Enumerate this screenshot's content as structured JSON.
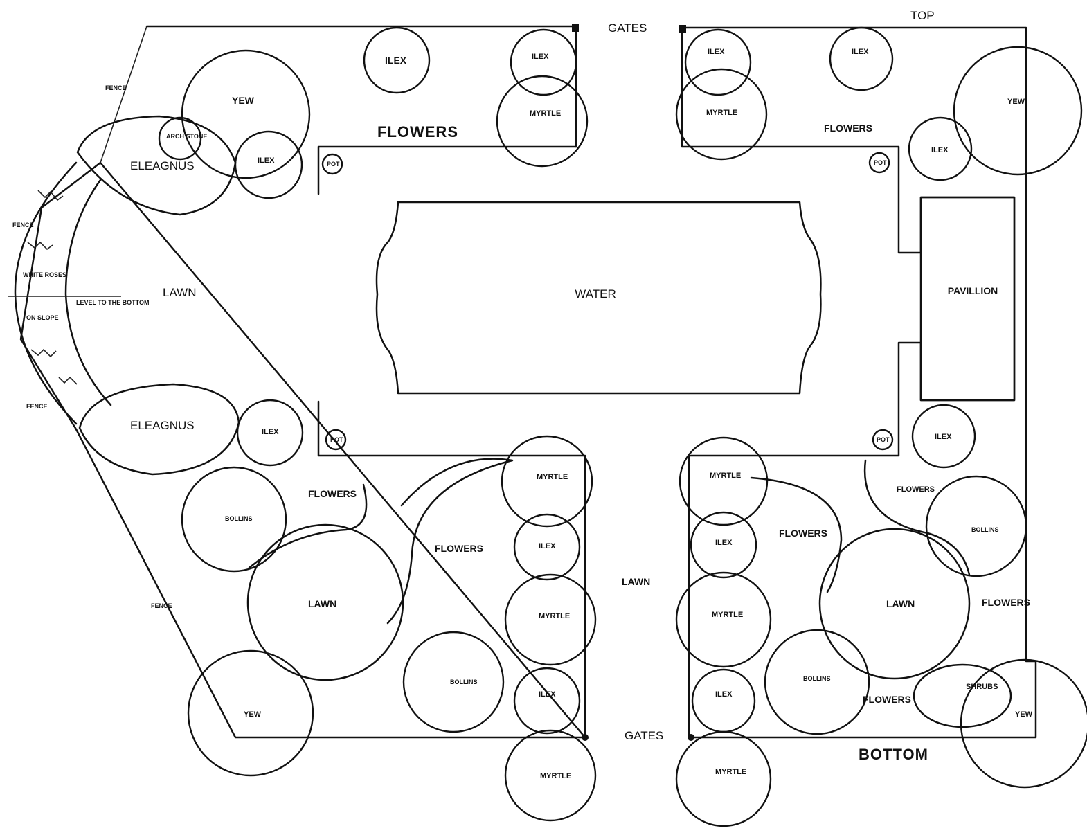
{
  "labels": {
    "top": "TOP",
    "bottom": "BOTTOM",
    "gates_top": "GATES",
    "gates_bottom": "GATES",
    "water": "WATER",
    "pavilion": "PAVILLION",
    "lawn": "LAWN",
    "flowers": "FLOWERS",
    "eleagnus": "ELEAGNUS",
    "yew": "YEW",
    "ilex": "ILEX",
    "myrtle": "MYRTLE",
    "bothus": "BOLLINS",
    "shrubs": "SHRUBS",
    "pot": "POT",
    "fence": "FENCE",
    "arch_stone": "ARCH STONE",
    "white_roses": "WHITE ROSES",
    "on_slope": "ON SLOPE",
    "level_note": "LEVEL TO THE BOTTOM"
  }
}
